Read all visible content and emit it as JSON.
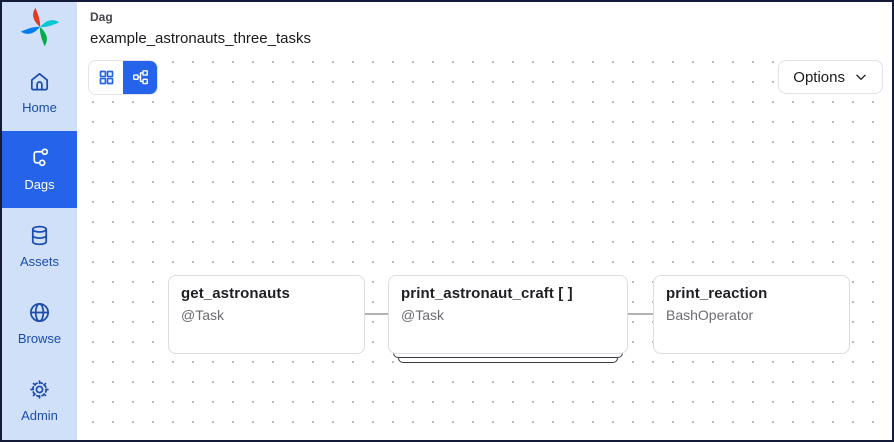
{
  "header": {
    "eyebrow": "Dag",
    "title": "example_astronauts_three_tasks"
  },
  "sidebar": {
    "items": [
      {
        "label": "Home",
        "icon": "home-icon",
        "selected": false
      },
      {
        "label": "Dags",
        "icon": "dag-icon",
        "selected": true
      },
      {
        "label": "Assets",
        "icon": "database-icon",
        "selected": false
      },
      {
        "label": "Browse",
        "icon": "globe-icon",
        "selected": false
      },
      {
        "label": "Admin",
        "icon": "gear-icon",
        "selected": false
      }
    ]
  },
  "toolbar": {
    "view_toggle": [
      {
        "name": "grid-view",
        "icon": "grid-icon",
        "selected": false
      },
      {
        "name": "graph-view",
        "icon": "graph-icon",
        "selected": true
      }
    ],
    "options_label": "Options",
    "options_icon": "chevron-down-icon"
  },
  "graph": {
    "nodes": [
      {
        "title": "get_astronauts",
        "subtitle": "@Task",
        "mapped": false
      },
      {
        "title": "print_astronaut_craft [ ]",
        "subtitle": "@Task",
        "mapped": true
      },
      {
        "title": "print_reaction",
        "subtitle": "BashOperator",
        "mapped": false
      }
    ],
    "edges": [
      {
        "from": "get_astronauts",
        "to": "print_astronaut_craft"
      },
      {
        "from": "print_astronaut_craft",
        "to": "print_reaction"
      }
    ]
  },
  "colors": {
    "accent_blue": "#2563eb",
    "sidebar_bg": "#cfe0f8",
    "sidebar_text": "#1c4dad",
    "node_border": "#dcdce2",
    "edge_gray": "#b1b1b6",
    "logo_red": "#e43921",
    "logo_teal": "#00c7d4",
    "logo_green": "#00ad46",
    "logo_blue": "#017cee"
  }
}
